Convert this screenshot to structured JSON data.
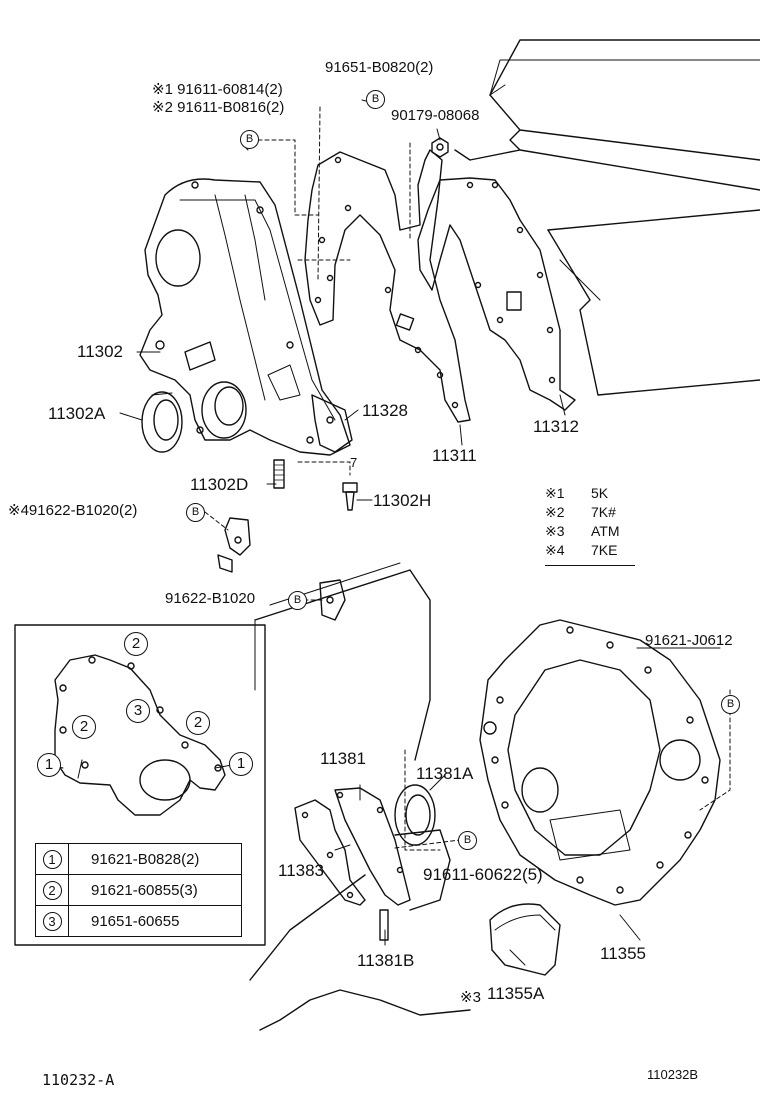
{
  "diagram": {
    "labels": {
      "p_91651_B0820": "91651-B0820(2)",
      "p_91611_60814": "※1 91611-60814(2)",
      "p_91611_B0816": "※2 91611-B0816(2)",
      "p_90179_08068": "90179-08068",
      "p_11302": "11302",
      "p_11302A": "11302A",
      "p_11328": "11328",
      "p_11311": "11311",
      "p_11312": "11312",
      "p_11302D": "11302D",
      "p_11302H": "11302H",
      "p_91622_B1020_2": "※491622-B1020(2)",
      "p_91622_B1020": "91622-B1020",
      "p_91621_J0612": "91621-J0612",
      "p_11381": "11381",
      "p_11381A": "11381A",
      "p_11383": "11383",
      "p_91611_60622": "91611-60622(5)",
      "p_11381B": "11381B",
      "p_11355": "11355",
      "p_11355A": "11355A",
      "mark_3_11355A": "※3",
      "marker_b": "B",
      "marker_7": "7",
      "footer_left": "110232-A",
      "footer_right": "110232B"
    },
    "notes": [
      {
        "mark": "※1",
        "text": "5K"
      },
      {
        "mark": "※2",
        "text": "7K#"
      },
      {
        "mark": "※3",
        "text": "ATM"
      },
      {
        "mark": "※4",
        "text": "7KE"
      }
    ],
    "inset_numbers": [
      "1",
      "2",
      "3"
    ],
    "bolt_table": [
      {
        "key": "1",
        "part": "91621-B0828(2)"
      },
      {
        "key": "2",
        "part": "91621-60855(3)"
      },
      {
        "key": "3",
        "part": "91651-60655"
      }
    ]
  }
}
